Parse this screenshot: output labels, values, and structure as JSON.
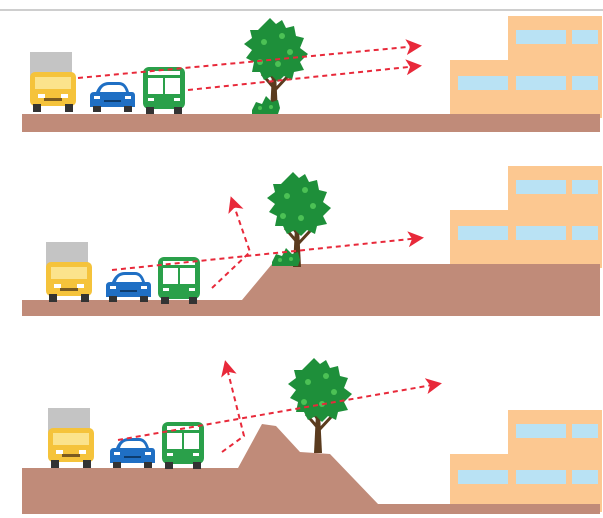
{
  "diagram": {
    "panels": [
      {
        "id": "flat-ground-tree",
        "ground": "flat",
        "vehicles": [
          "truck",
          "car",
          "bus"
        ],
        "obstacle": "tree",
        "sound_paths": [
          "passes-tree",
          "reaches-building"
        ]
      },
      {
        "id": "embankment-tree",
        "ground": "embankment",
        "vehicles": [
          "truck",
          "car",
          "bus"
        ],
        "obstacle": "embankment-with-tree",
        "sound_paths": [
          "deflected-upward",
          "reaches-building"
        ]
      },
      {
        "id": "berm-lowered-ground",
        "ground": "berm",
        "vehicles": [
          "truck",
          "car",
          "bus"
        ],
        "obstacle": "berm-with-tree",
        "sound_paths": [
          "deflected-upward",
          "passes-over-building"
        ]
      }
    ],
    "icons": [
      "truck-icon",
      "car-icon",
      "bus-icon",
      "tree-icon",
      "shrub-icon",
      "building-icon",
      "sound-arrow-icon"
    ],
    "colors": {
      "ground": "#c08b79",
      "building": "#fcc891",
      "window": "#b9e2f4",
      "tree": "#1e8f3a",
      "trunk": "#5a3b1e",
      "truck_cab": "#f5c33b",
      "truck_box": "#c4c4c4",
      "car": "#1f6fc4",
      "bus": "#2aa04a",
      "arrow": "#e8293a",
      "divider": "#bdbdbd"
    }
  }
}
